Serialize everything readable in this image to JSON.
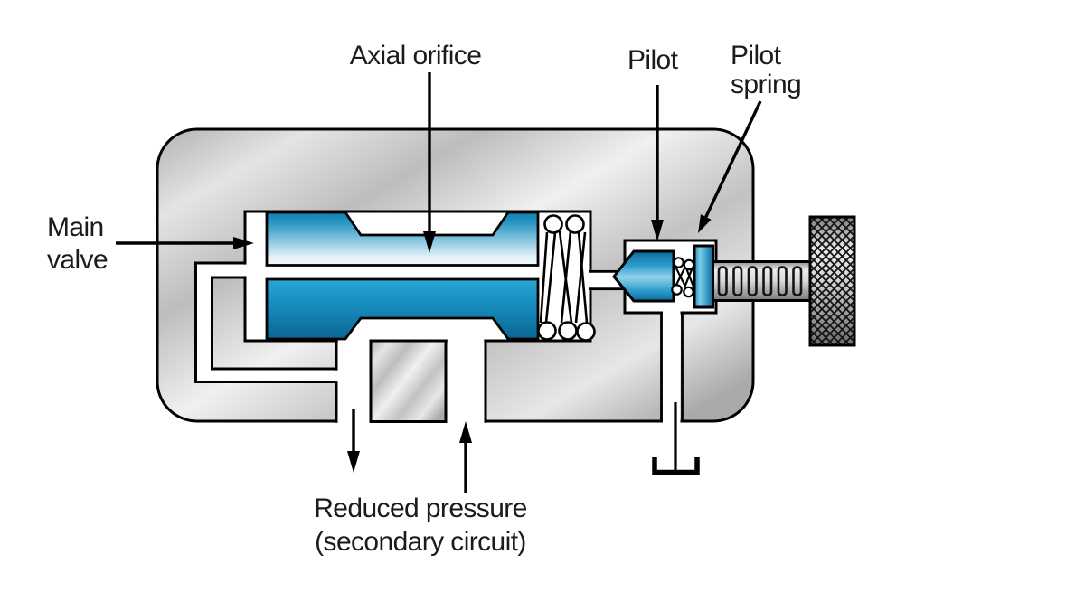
{
  "labels": {
    "axial_orifice": "Axial orifice",
    "pilot": "Pilot",
    "pilot_spring": [
      "Pilot",
      "spring"
    ],
    "main_valve": [
      "Main",
      "valve"
    ],
    "reduced_pressure": [
      "Reduced pressure",
      "(secondary circuit)"
    ]
  },
  "colors": {
    "outline": "#000000",
    "body_gray_mid": "#c6c6c6",
    "body_gray_light": "#efefef",
    "body_gray_dark": "#aeaeae",
    "spool_blue_dark": "#0a6795",
    "spool_blue_bright": "#2ba5d6",
    "spool_blue_pale": "#eef6fa",
    "channel_white": "#ffffff",
    "text": "#1b1b1b"
  },
  "components": {
    "body": "valve-body",
    "main_spool": "main-valve-spool",
    "main_spring": "main-spool-spring",
    "pilot_poppet": "pilot-poppet",
    "pilot_spring": "pilot-spring-coil",
    "spring_seat": "pilot-spring-seat-washer",
    "adjust_screw": "adjustment-screw",
    "adjust_knob": "knurled-adjustment-knob",
    "tank": "drain-to-tank-symbol"
  }
}
